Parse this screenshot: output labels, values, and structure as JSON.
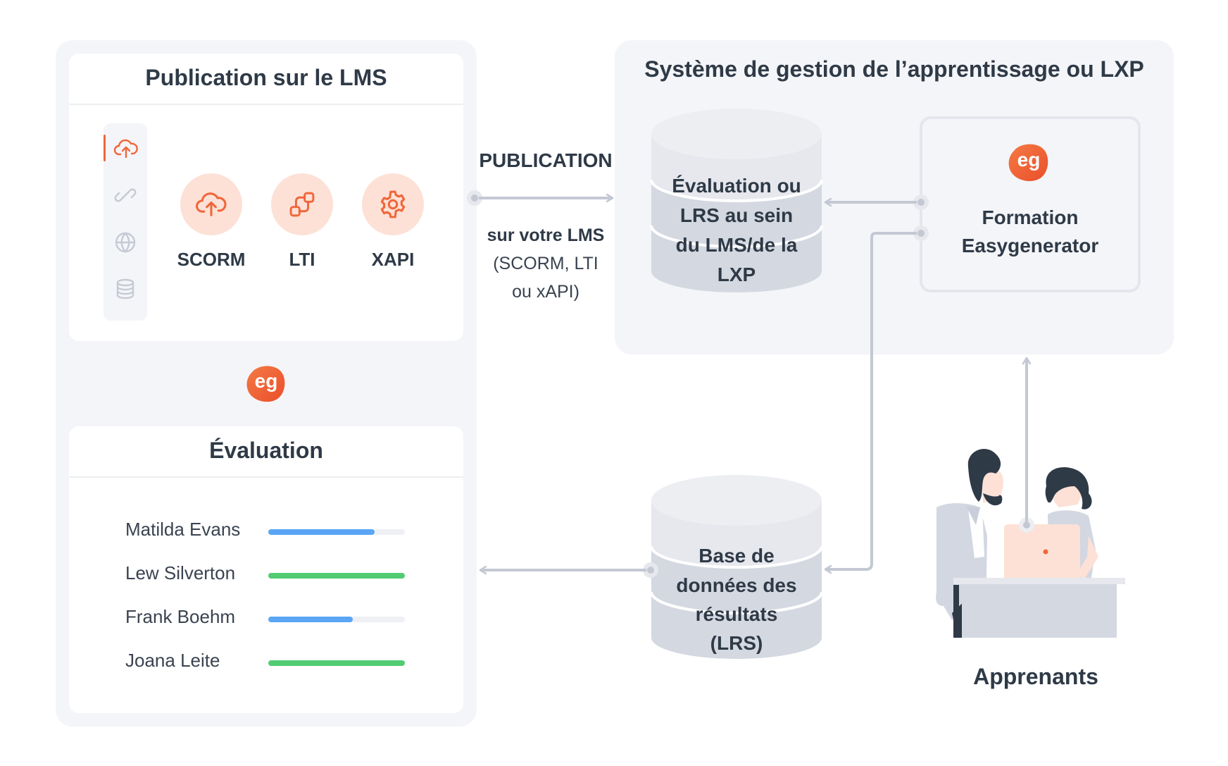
{
  "publish_panel": {
    "title": "Publication sur le LMS",
    "formats": [
      {
        "label": "SCORM",
        "icon": "cloud-upload-icon"
      },
      {
        "label": "LTI",
        "icon": "link-nodes-icon"
      },
      {
        "label": "XAPI",
        "icon": "gear-icon"
      }
    ],
    "side_icons": [
      "cloud-upload-icon",
      "link-icon",
      "globe-icon",
      "database-icon"
    ]
  },
  "logo_text": "eg",
  "evaluation_panel": {
    "title": "Évaluation",
    "students": [
      {
        "name": "Matilda Evans",
        "progress": 0.78,
        "color": "#5aa5f5"
      },
      {
        "name": "Lew Silverton",
        "progress": 1.0,
        "color": "#52cc72"
      },
      {
        "name": "Frank Boehm",
        "progress": 0.62,
        "color": "#5aa5f5"
      },
      {
        "name": "Joana Leite",
        "progress": 1.0,
        "color": "#52cc72"
      }
    ]
  },
  "publication_arrow": {
    "title": "PUBLICATION",
    "line1": "sur votre LMS",
    "line2": "(SCORM, LTI",
    "line3": "ou xAPI)"
  },
  "lms_panel": {
    "title": "Système de gestion de l’apprentissage ou LXP",
    "db_lrs": {
      "l1": "Évaluation ou",
      "l2": "LRS au sein",
      "l3": "du LMS/de la",
      "l4": "LXP"
    },
    "course_box": {
      "l1": "Formation",
      "l2": "Easygenerator"
    }
  },
  "results_db": {
    "l1": "Base de",
    "l2": "données des",
    "l3": "résultats",
    "l4": "(LRS)"
  },
  "learners": {
    "label": "Apprenants"
  },
  "colors": {
    "accent": "#f0663a",
    "panel_bg": "#f4f5f8",
    "arrow": "#c3c8d3",
    "db_top": "#eceef2",
    "db_body": "#d4d8e0"
  }
}
